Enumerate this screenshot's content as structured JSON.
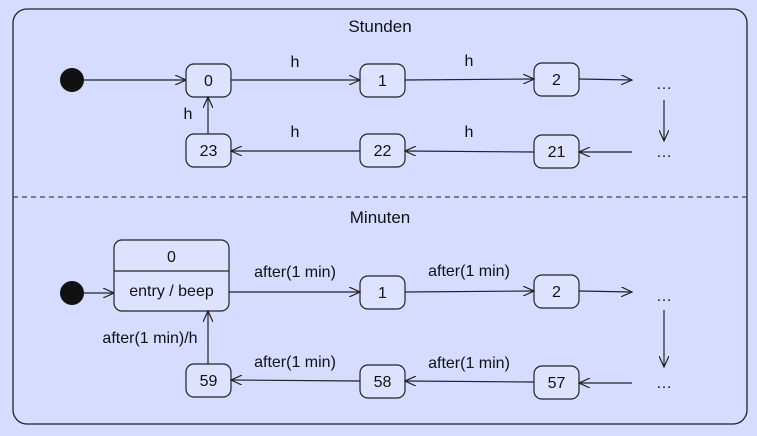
{
  "regions": [
    {
      "title": "Stunden"
    },
    {
      "title": "Minuten"
    }
  ],
  "hours": {
    "states": {
      "s0": "0",
      "s1": "1",
      "s2": "2",
      "s21": "21",
      "s22": "22",
      "s23": "23"
    },
    "edge_labels": {
      "e0_1": "h",
      "e1_2": "h",
      "e21_22": "h",
      "e22_23": "h",
      "e23_0": "h"
    },
    "ellipsis_top": "…",
    "ellipsis_bottom": "…"
  },
  "minutes": {
    "composite": {
      "name": "0",
      "action": "entry / beep"
    },
    "states": {
      "s1": "1",
      "s2": "2",
      "s57": "57",
      "s58": "58",
      "s59": "59"
    },
    "edge_labels": {
      "e0_1": "after(1 min)",
      "e1_2": "after(1 min)",
      "e57_58": "after(1 min)",
      "e58_59": "after(1 min)",
      "e59_0": "after(1 min)/h"
    },
    "ellipsis_top": "…",
    "ellipsis_bottom": "…"
  },
  "colors": {
    "background": "#d5dcff",
    "state_fill": "#dde3ff",
    "stroke": "#222222"
  }
}
